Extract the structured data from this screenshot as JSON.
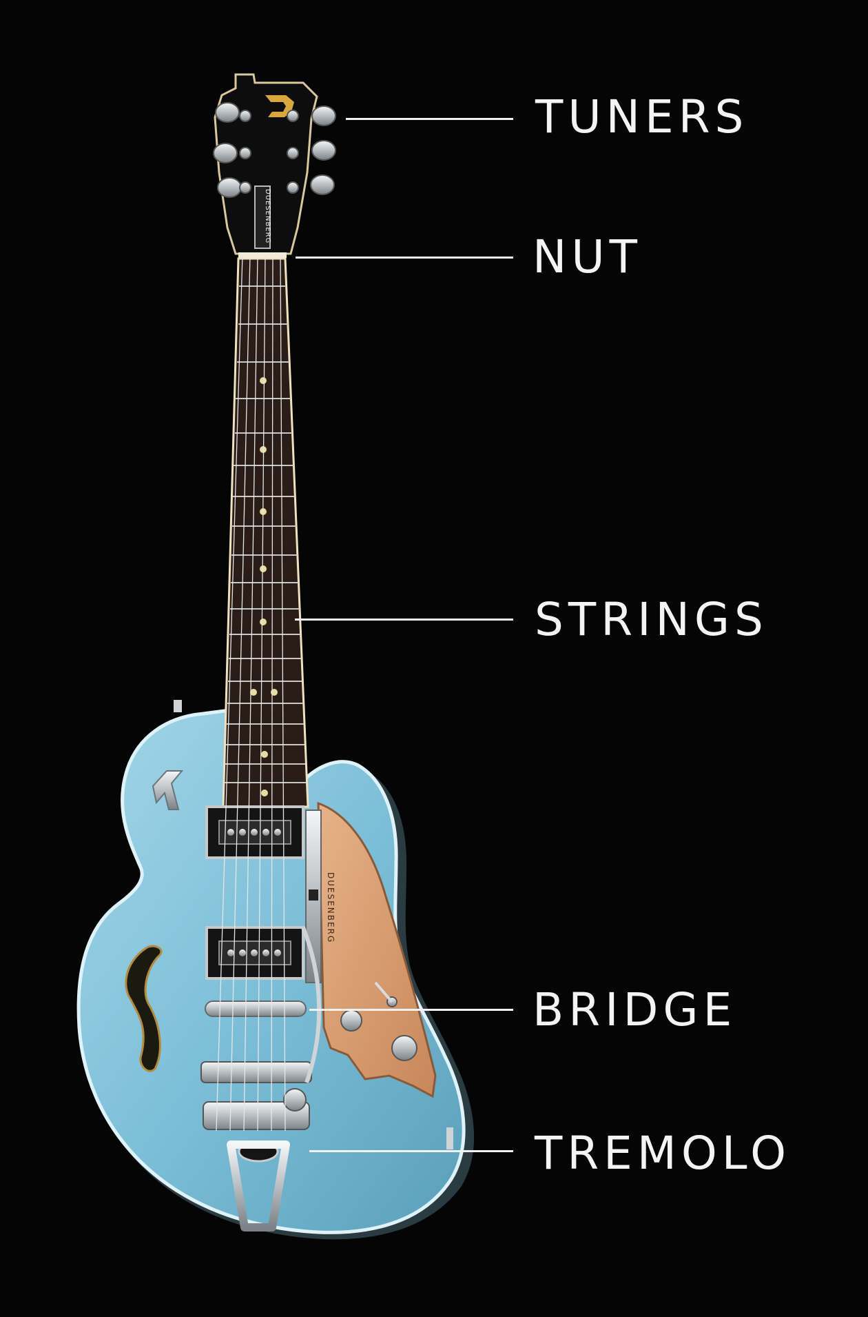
{
  "brand": {
    "headstock_text": "DUESENBERG",
    "pickguard_text": "DUESENBERG",
    "logo_letter": "D"
  },
  "colors": {
    "background": "#050505",
    "body": "#7dbfd8",
    "body_edge": "#cfe9f2",
    "fretboard": "#2a1d17",
    "pickguard": "#d79a6a",
    "chrome": "#cfd3d6",
    "label_text": "#f4f4f4"
  },
  "labels": {
    "tuners": "TUNERS",
    "nut": "NUT",
    "strings": "STRINGS",
    "bridge": "BRIDGE",
    "tremolo": "TREMOLO"
  }
}
